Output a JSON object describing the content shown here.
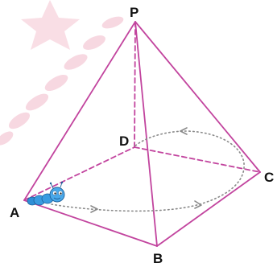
{
  "figure": {
    "vertices": {
      "P": "P",
      "A": "A",
      "B": "B",
      "C": "C",
      "D": "D"
    },
    "colors": {
      "edge": "#c2449e",
      "path": "#8a8a8a",
      "background_shapes": "#f7d2dd",
      "caterpillar": "#2f8fd6",
      "label": "#111111"
    },
    "icons": [
      "star-watermark-icon",
      "caterpillar-icon",
      "arrow-right-icon",
      "arrow-left-icon"
    ]
  }
}
